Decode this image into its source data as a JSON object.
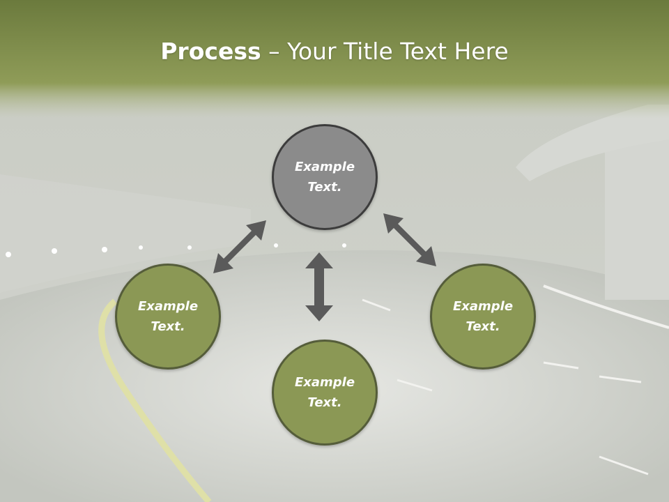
{
  "title": {
    "bold": "Process",
    "rest": " – Your Title Text Here"
  },
  "colors": {
    "header_top": "#6b7a3d",
    "header_bottom": "#94a05e",
    "node_olive": "#8b9855",
    "node_gray": "#8b8b8b",
    "arrow": "#5a5a5a"
  },
  "nodes": [
    {
      "id": "top",
      "label": "Example\nText.",
      "style": "gray"
    },
    {
      "id": "left",
      "label": "Example\nText.",
      "style": "olive"
    },
    {
      "id": "right",
      "label": "Example\nText.",
      "style": "olive"
    },
    {
      "id": "bottom",
      "label": "Example\nText.",
      "style": "olive"
    }
  ],
  "arrows": [
    {
      "from": "top",
      "to": "left",
      "type": "double-headed"
    },
    {
      "from": "top",
      "to": "right",
      "type": "double-headed"
    },
    {
      "from": "top",
      "to": "bottom",
      "type": "double-headed"
    }
  ]
}
